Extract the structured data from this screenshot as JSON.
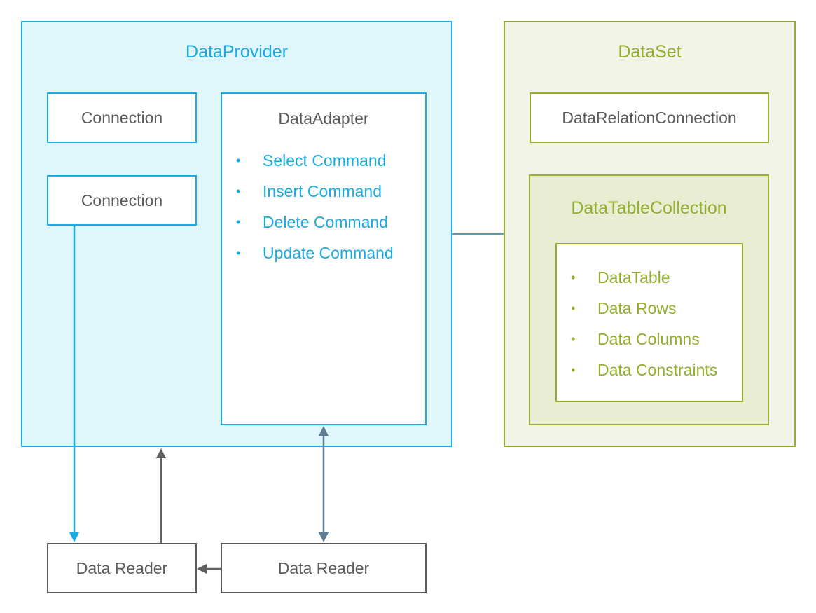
{
  "provider": {
    "title": "DataProvider",
    "connection_1": "Connection",
    "connection_2": "Connection",
    "adapter": {
      "title": "DataAdapter",
      "commands": [
        "Select Command",
        "Insert Command",
        "Delete Command",
        "Update Command"
      ]
    }
  },
  "dataset": {
    "title": "DataSet",
    "relation": "DataRelationConnection",
    "table_collection": {
      "title": "DataTableCollection",
      "items": [
        "DataTable",
        "Data Rows",
        "Data Columns",
        "Data Constraints"
      ]
    }
  },
  "readers": {
    "left": "Data Reader",
    "right": "Data Reader"
  },
  "colors": {
    "provider_accent": "#1aace0",
    "provider_fill": "#e1f6fb",
    "dataset_accent": "#94ae2f",
    "dataset_fill": "#f1f4e6",
    "collection_fill": "#e8edd4",
    "text_gray": "#5b5b5b",
    "arrow_gray": "#616161",
    "arrow_slate": "#5e7d92"
  }
}
